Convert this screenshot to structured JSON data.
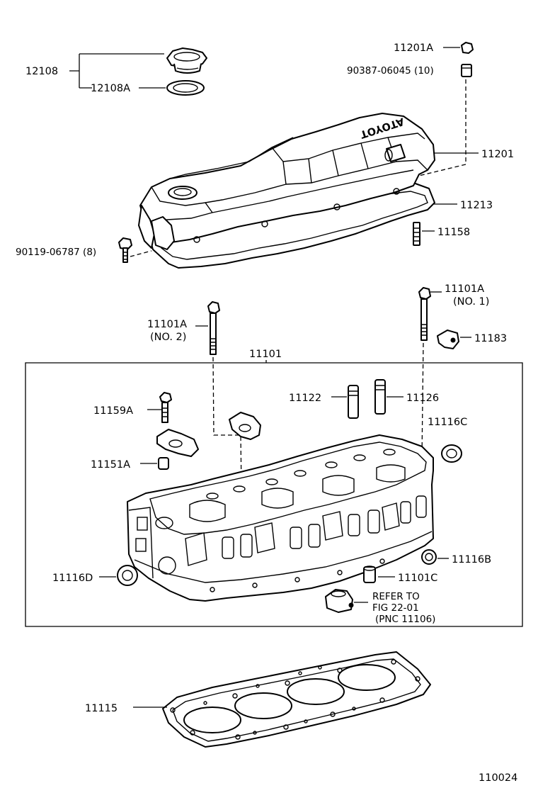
{
  "diagram": {
    "figure_code": "110024",
    "parts": {
      "p12108": "12108",
      "p12108A": "12108A",
      "p11201A": "11201A",
      "p90387": "90387-06045 (10)",
      "p11201": "11201",
      "p11213": "11213",
      "p11158": "11158",
      "p90119": "90119-06787 (8)",
      "p11101A_no1": "11101A",
      "p11101A_no1_note": "(NO. 1)",
      "p11101A_no2": "11101A",
      "p11101A_no2_note": "(NO. 2)",
      "p11183": "11183",
      "p11101": "11101",
      "p11122": "11122",
      "p11126": "11126",
      "p11159A": "11159A",
      "p11116C": "11116C",
      "p11151A": "11151A",
      "p11116B": "11116B",
      "p11116D": "11116D",
      "p11101C": "11101C",
      "p11115": "11115"
    },
    "refer": {
      "line1": "REFER TO",
      "line2": "FIG 22-01",
      "line3": "(PNC 11106)"
    },
    "cover_brand": "TOYOTA",
    "colors": {
      "ink": "#000000",
      "paper": "#ffffff"
    }
  }
}
